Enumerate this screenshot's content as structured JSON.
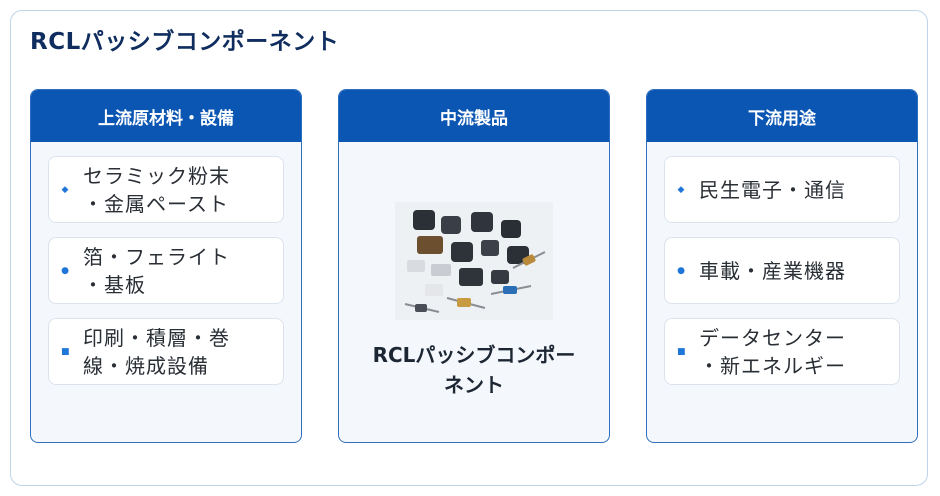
{
  "title": "RCLパッシブコンポーネント",
  "columns": {
    "upstream": {
      "header": "上流原材料・設備",
      "items": [
        {
          "text": "セラミック粉末\n・金属ペースト",
          "bullet": "◆"
        },
        {
          "text": "箔・フェライト\n・基板",
          "bullet": "●"
        },
        {
          "text": "印刷・積層・巻\n線・焼成設備",
          "bullet": "■"
        }
      ]
    },
    "midstream": {
      "header": "中流製品",
      "product_label": "RCLパッシブコンポー\nネント"
    },
    "downstream": {
      "header": "下流用途",
      "items": [
        {
          "text": "民生電子・通信",
          "bullet": "◆"
        },
        {
          "text": "車載・産業機器",
          "bullet": "●"
        },
        {
          "text": "データセンター\n・新エネルギー",
          "bullet": "■"
        }
      ]
    }
  },
  "colors": {
    "header_blue": "#0b56b3",
    "title_navy": "#0f2d5e",
    "bullet_blue": "#1f76d8"
  }
}
